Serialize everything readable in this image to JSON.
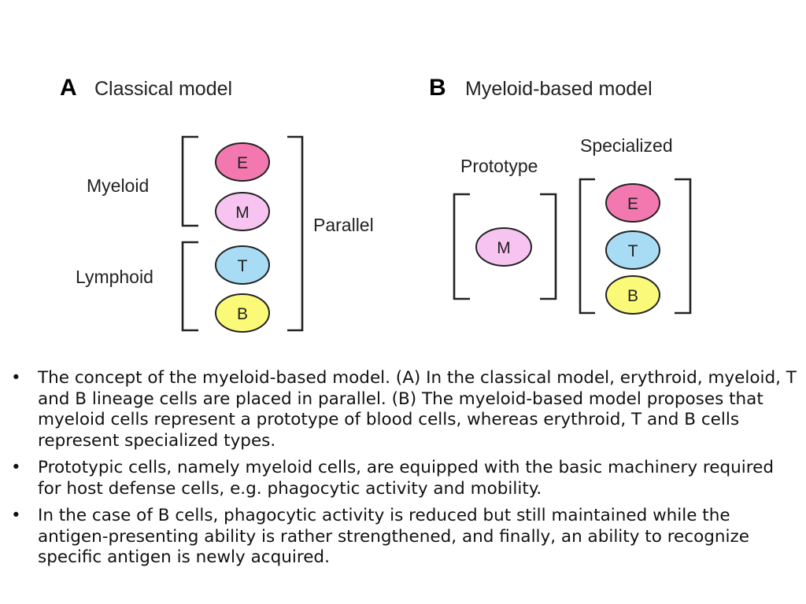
{
  "panel_a": {
    "letter": "A",
    "title": "Classical model",
    "label_myeloid": "Myeloid",
    "label_lymphoid": "Lymphoid",
    "label_parallel": "Parallel",
    "cells": [
      "E",
      "M",
      "T",
      "B"
    ]
  },
  "panel_b": {
    "letter": "B",
    "title": "Myeloid-based model",
    "label_prototype": "Prototype",
    "label_specialized": "Specialized",
    "prototype_cell": "M",
    "specialized_cells": [
      "E",
      "T",
      "B"
    ]
  },
  "cell_colors": {
    "E": "#f478b0",
    "M": "#f7c4f2",
    "T": "#a8dcf4",
    "B": "#fafa78"
  },
  "bullet_symbol": "•",
  "bullets": [
    "The concept of the myeloid-based model. (A) In the classical model, erythroid, myeloid, T and B lineage cells are placed in parallel. (B) The myeloid-based model proposes that myeloid cells represent a prototype of blood cells, whereas erythroid, T and B cells represent specialized types.",
    "Prototypic cells, namely myeloid cells, are equipped with the basic machinery required for host defense cells, e.g. phagocytic activity and mobility.",
    "In the case of B cells, phagocytic activity is reduced but still maintained while the antigen-presenting ability is rather strengthened, and finally, an ability to recognize specific antigen is newly acquired."
  ]
}
